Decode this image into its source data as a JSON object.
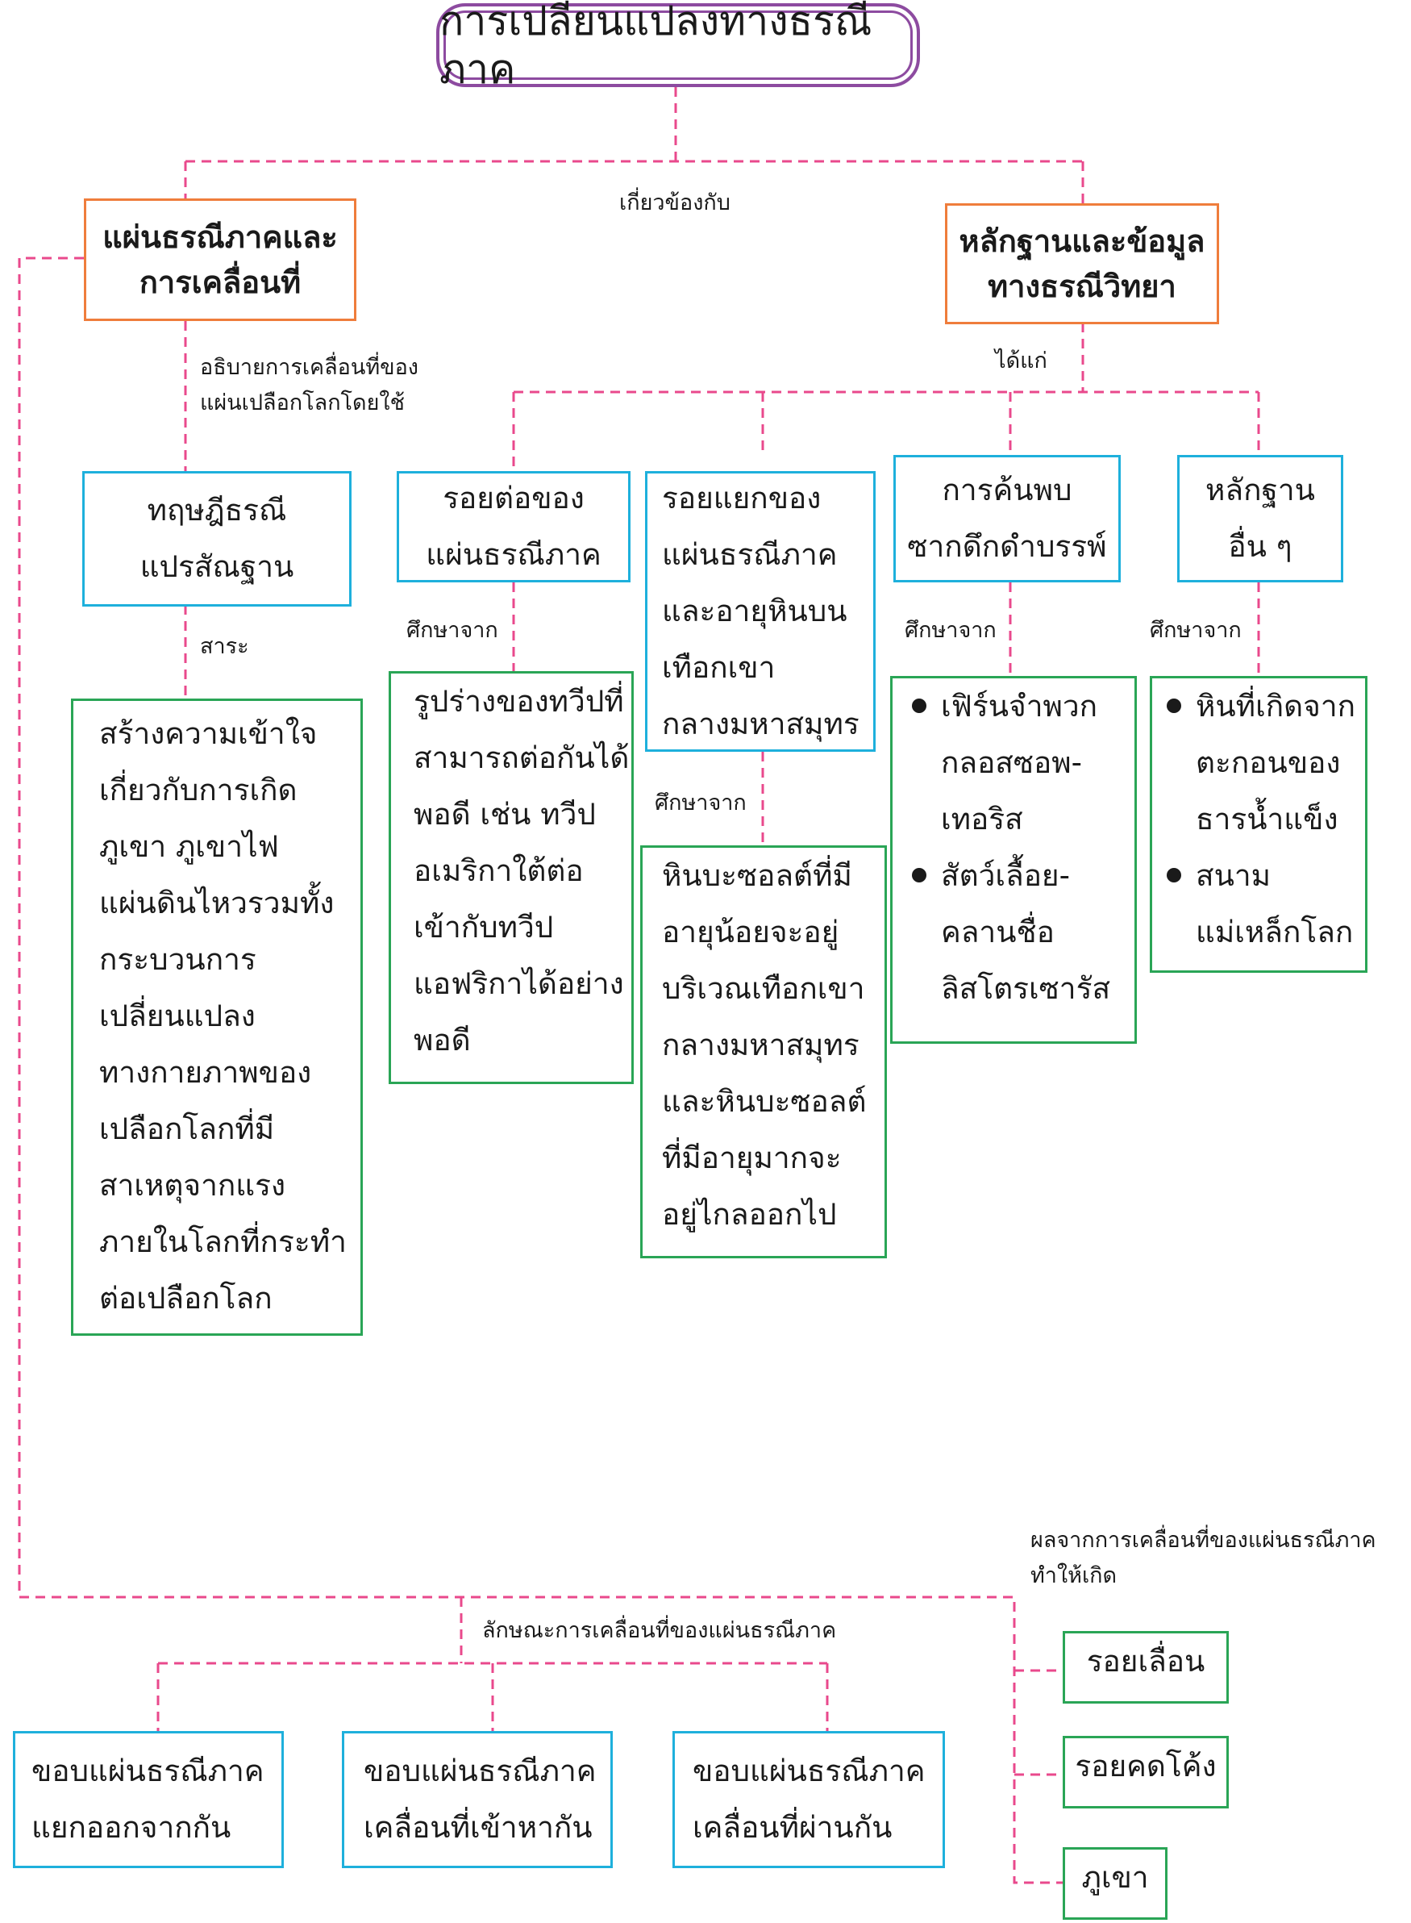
{
  "title": "การเปลี่ยนแปลงทางธรณีภาค",
  "labels": {
    "related_to": "เกี่ยวข้องกับ",
    "explains": "อธิบายการเคลื่อนที่ของ\nแผ่นเปลือกโลกโดยใช้",
    "includes": "ได้แก่",
    "essence": "สาระ",
    "study_1": "ศึกษาจาก",
    "study_2": "ศึกษาจาก",
    "study_3": "ศึกษาจาก",
    "study_4": "ศึกษาจาก",
    "movement_characteristics": "ลักษณะการเคลื่อนที่ของแผ่นธรณีภาค",
    "results": "ผลจากการเคลื่อนที่ของแผ่นธรณีภาค\nทำให้เกิด"
  },
  "nodes": {
    "plate_movement": "แผ่นธรณีภาคและ\nการเคลื่อนที่",
    "geological_evidence": "หลักฐานและข้อมูล\nทางธรณีวิทยา",
    "plate_tectonics": "ทฤษฎีธรณี\nแปรสัณฐาน",
    "plate_junction": "รอยต่อของ\nแผ่นธรณีภาค",
    "plate_rift": "รอยแยกของ\nแผ่นธรณีภาค\nและอายุหินบน\nเทือกเขา\nกลางมหาสมุทร",
    "fossil_discovery": "การค้นพบ\nซากดึกดำบรรพ์",
    "other_evidence": "หลักฐาน\nอื่น ๆ",
    "tectonics_essence": "สร้างความเข้าใจ\nเกี่ยวกับการเกิด\nภูเขา ภูเขาไฟ\nแผ่นดินไหวรวมทั้ง\nกระบวนการ\nเปลี่ยนแปลง\nทางกายภาพของ\nเปลือกโลกที่มี\nสาเหตุจากแรง\nภายในโลกที่กระทำ\nต่อเปลือกโลก",
    "continent_shape": "รูปร่างของทวีปที่\nสามารถต่อกันได้\nพอดี เช่น ทวีป\nอเมริกาใต้ต่อ\nเข้ากับทวีป\nแอฟริกาได้อย่าง\nพอดี",
    "basalt_age": "หินบะซอลต์ที่มี\nอายุน้อยจะอยู่\nบริเวณเทือกเขา\nกลางมหาสมุทร\nและหินบะซอลต์\nที่มีอายุมากจะ\nอยู่ไกลออกไป",
    "fossil_items": [
      "เฟิร์นจำพวก\nกลอสซอพ-\nเทอริส",
      "สัตว์เลื้อย-\nคลานชื่อ\nลิสโตรเซารัส"
    ],
    "other_items": [
      "หินที่เกิดจาก\nตะกอนของ\nธารน้ำแข็ง",
      "สนาม\nแม่เหล็กโลก"
    ],
    "divergent": "ขอบแผ่นธรณีภาค\nแยกออกจากกัน",
    "convergent": "ขอบแผ่นธรณีภาค\nเคลื่อนที่เข้าหากัน",
    "transform": "ขอบแผ่นธรณีภาค\nเคลื่อนที่ผ่านกัน",
    "fault": "รอยเลื่อน",
    "fold": "รอยคดโค้ง",
    "mountain": "ภูเขา"
  },
  "colors": {
    "title_border": "#8d4ba0",
    "main_border": "#ef7d3c",
    "topic_border": "#1eb0dc",
    "detail_border": "#2aa556",
    "connector": "#e9498c"
  }
}
